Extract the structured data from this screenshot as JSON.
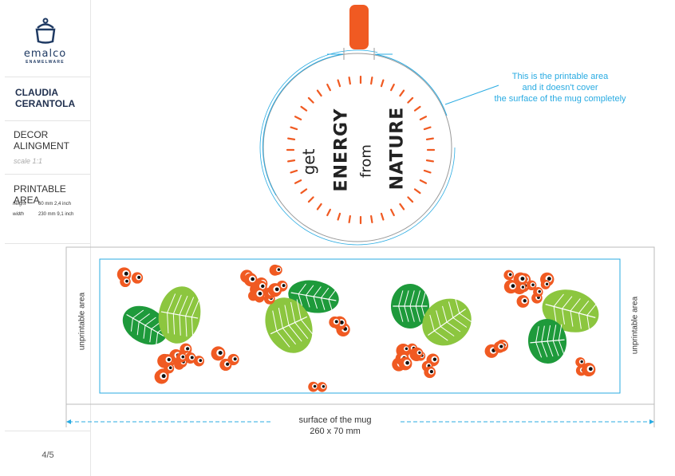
{
  "brand": {
    "name": "emalco",
    "tagline": "ENAMELWARE",
    "icon": "enamel-pot-icon"
  },
  "designer": {
    "first": "CLAUDIA",
    "last": "CERANTOLA"
  },
  "section": {
    "title_line1": "DECOR",
    "title_line2": "ALINGMENT",
    "scale": "scale 1:1"
  },
  "printable_area": {
    "title": "PRINTABLE AREA",
    "height_label": "height",
    "height_value": "60 mm  2,4 inch",
    "width_label": "width",
    "width_value": "230 mm 9,1 inch"
  },
  "page": "4/5",
  "note": {
    "line1": "This is the printable area",
    "line2": "and it doesn't cover",
    "line3": "the surface of the mug completely"
  },
  "slogan": {
    "w1": "get",
    "w2": "ENERGY",
    "w3": "from",
    "w4": "NATURE"
  },
  "surface": {
    "line1": "surface of the mug",
    "line2": "260 x 70 mm"
  },
  "unprintable": {
    "left": "unprintable area",
    "right": "unprintable area"
  },
  "colors": {
    "accent_blue": "#29abe2",
    "berry_orange": "#f05a22",
    "leaf_dark": "#1e9a3b",
    "leaf_light": "#8cc63f",
    "brand_navy": "#1f3a63"
  }
}
